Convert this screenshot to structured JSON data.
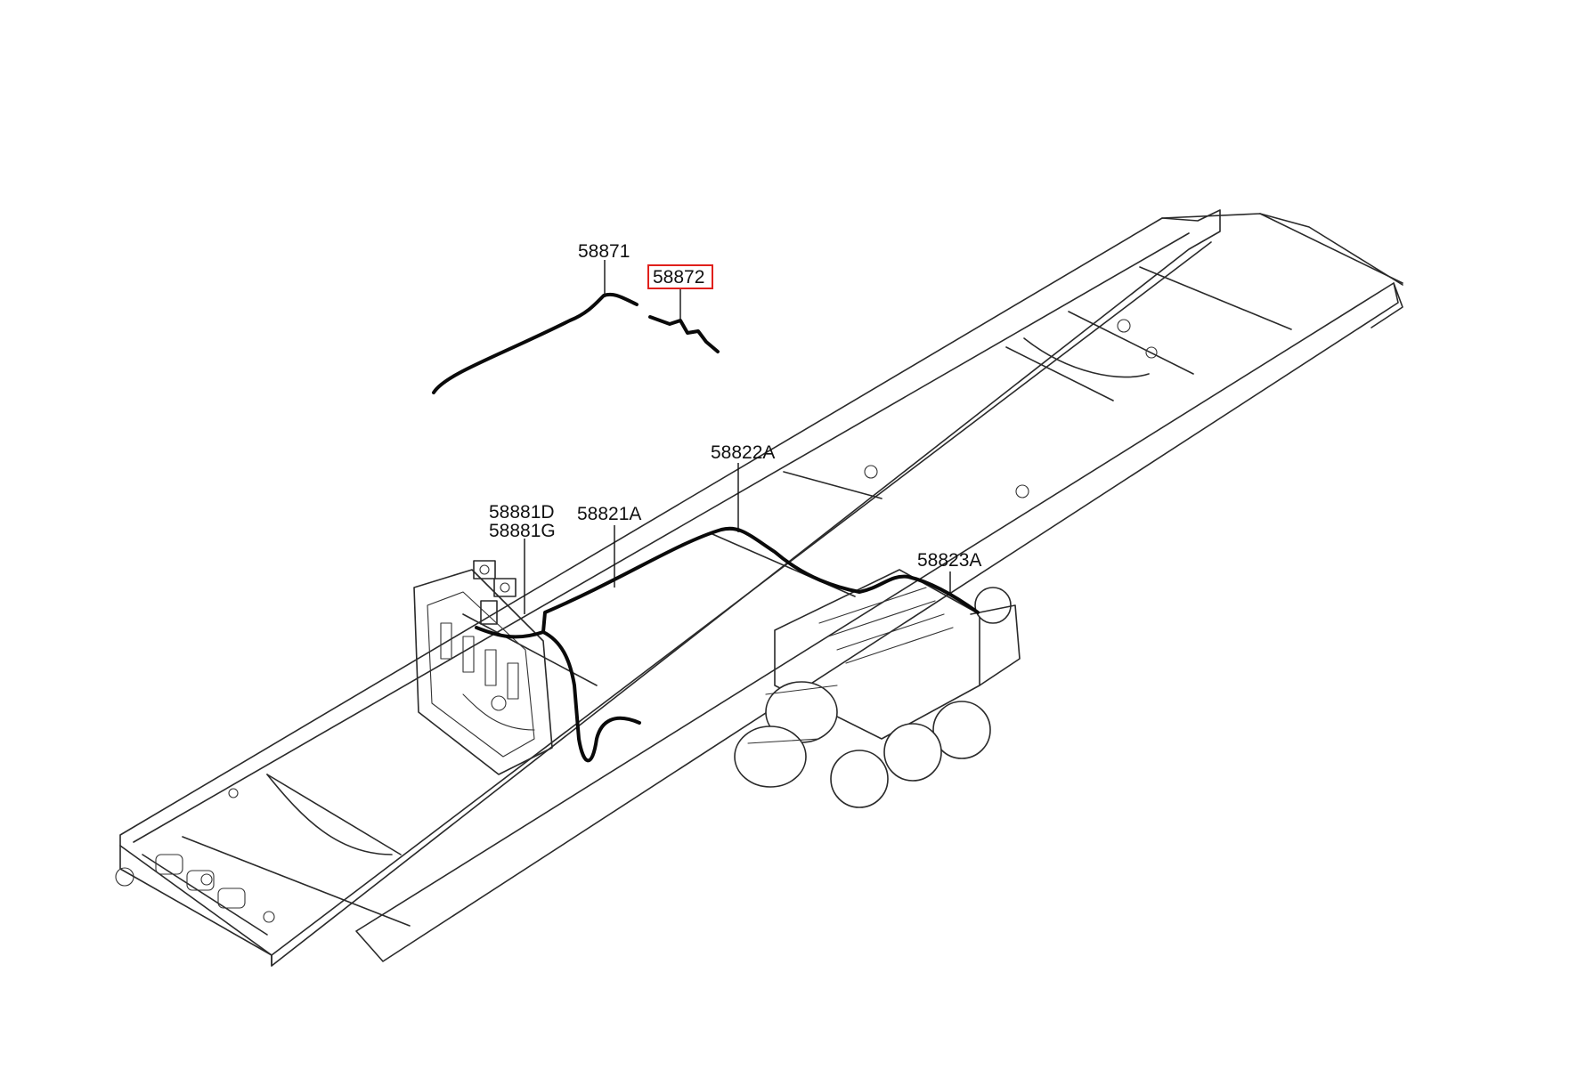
{
  "parts": [
    {
      "id": "part-58871",
      "label": "58871",
      "highlighted": false
    },
    {
      "id": "part-58872",
      "label": "58872",
      "highlighted": true
    },
    {
      "id": "part-58822A",
      "label": "58822A",
      "highlighted": false
    },
    {
      "id": "part-58881D",
      "label": "58881D",
      "highlighted": false
    },
    {
      "id": "part-58881G",
      "label": "58881G",
      "highlighted": false
    },
    {
      "id": "part-58821A",
      "label": "58821A",
      "highlighted": false
    },
    {
      "id": "part-58823A",
      "label": "58823A",
      "highlighted": false
    }
  ],
  "colors": {
    "highlight_box": "#e0201b",
    "line": "#111111",
    "background": "#ffffff"
  }
}
